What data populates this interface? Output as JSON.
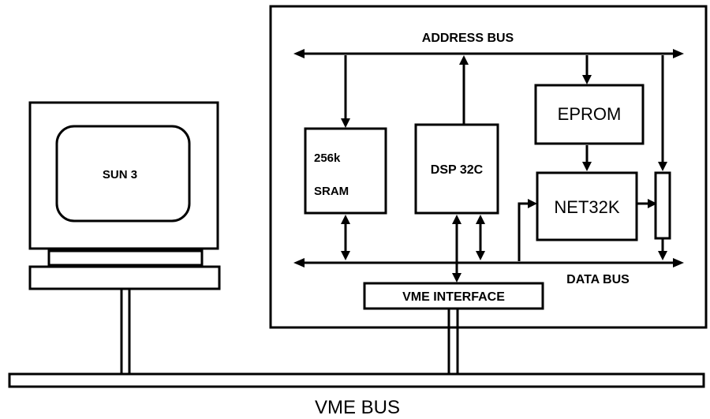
{
  "labels": {
    "sun": "SUN 3",
    "address_bus": "ADDRESS BUS",
    "sram_line1": "256k",
    "sram_line2": "SRAM",
    "dsp": "DSP 32C",
    "eprom": "EPROM",
    "net32k": "NET32K",
    "data_bus": "DATA BUS",
    "vme_interface": "VME INTERFACE",
    "vme_bus": "VME BUS"
  }
}
